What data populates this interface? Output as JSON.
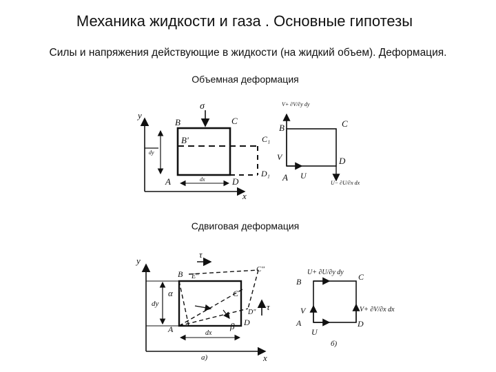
{
  "slide": {
    "title": "Механика жидкости и газа . Основные гипотезы",
    "subtitle": "Силы и напряжения действующие в жидкости (на жидкий объем). Деформация.",
    "volumetric_caption": "Объемная деформация",
    "shear_caption": "Сдвиговая деформация"
  },
  "fig_volumetric_left": {
    "y": "y",
    "x": "x",
    "sigma": "σ",
    "B": "B",
    "C": "C",
    "B1": "B'",
    "C1": "C₁",
    "D1": "D₁",
    "A": "A",
    "D": "D",
    "dy": "dy",
    "dx": "dx"
  },
  "fig_volumetric_right": {
    "top_vel": "V+ ∂V/∂y dy",
    "B": "B",
    "C": "C",
    "V": "V",
    "D": "D",
    "A": "A",
    "U": "U",
    "right_vel": "U− ∂U/∂x dx"
  },
  "fig_shear_left": {
    "y": "y",
    "x": "x",
    "tau_top": "τ",
    "tau_right": "τ",
    "B": "B",
    "E": "E\"",
    "C2": "C\"",
    "C": "C",
    "D2": "D\"",
    "alpha": "α",
    "beta": "β",
    "dy": "dy",
    "dx": "dx",
    "A": "A",
    "D": "D",
    "label": "а)"
  },
  "fig_shear_right": {
    "top_vel": "U+ ∂U/∂y dy",
    "B": "B",
    "C": "C",
    "V": "V",
    "right_vel": "V+ ∂V/∂x dx",
    "A": "A",
    "U": "U",
    "D": "D",
    "label": "б)"
  }
}
